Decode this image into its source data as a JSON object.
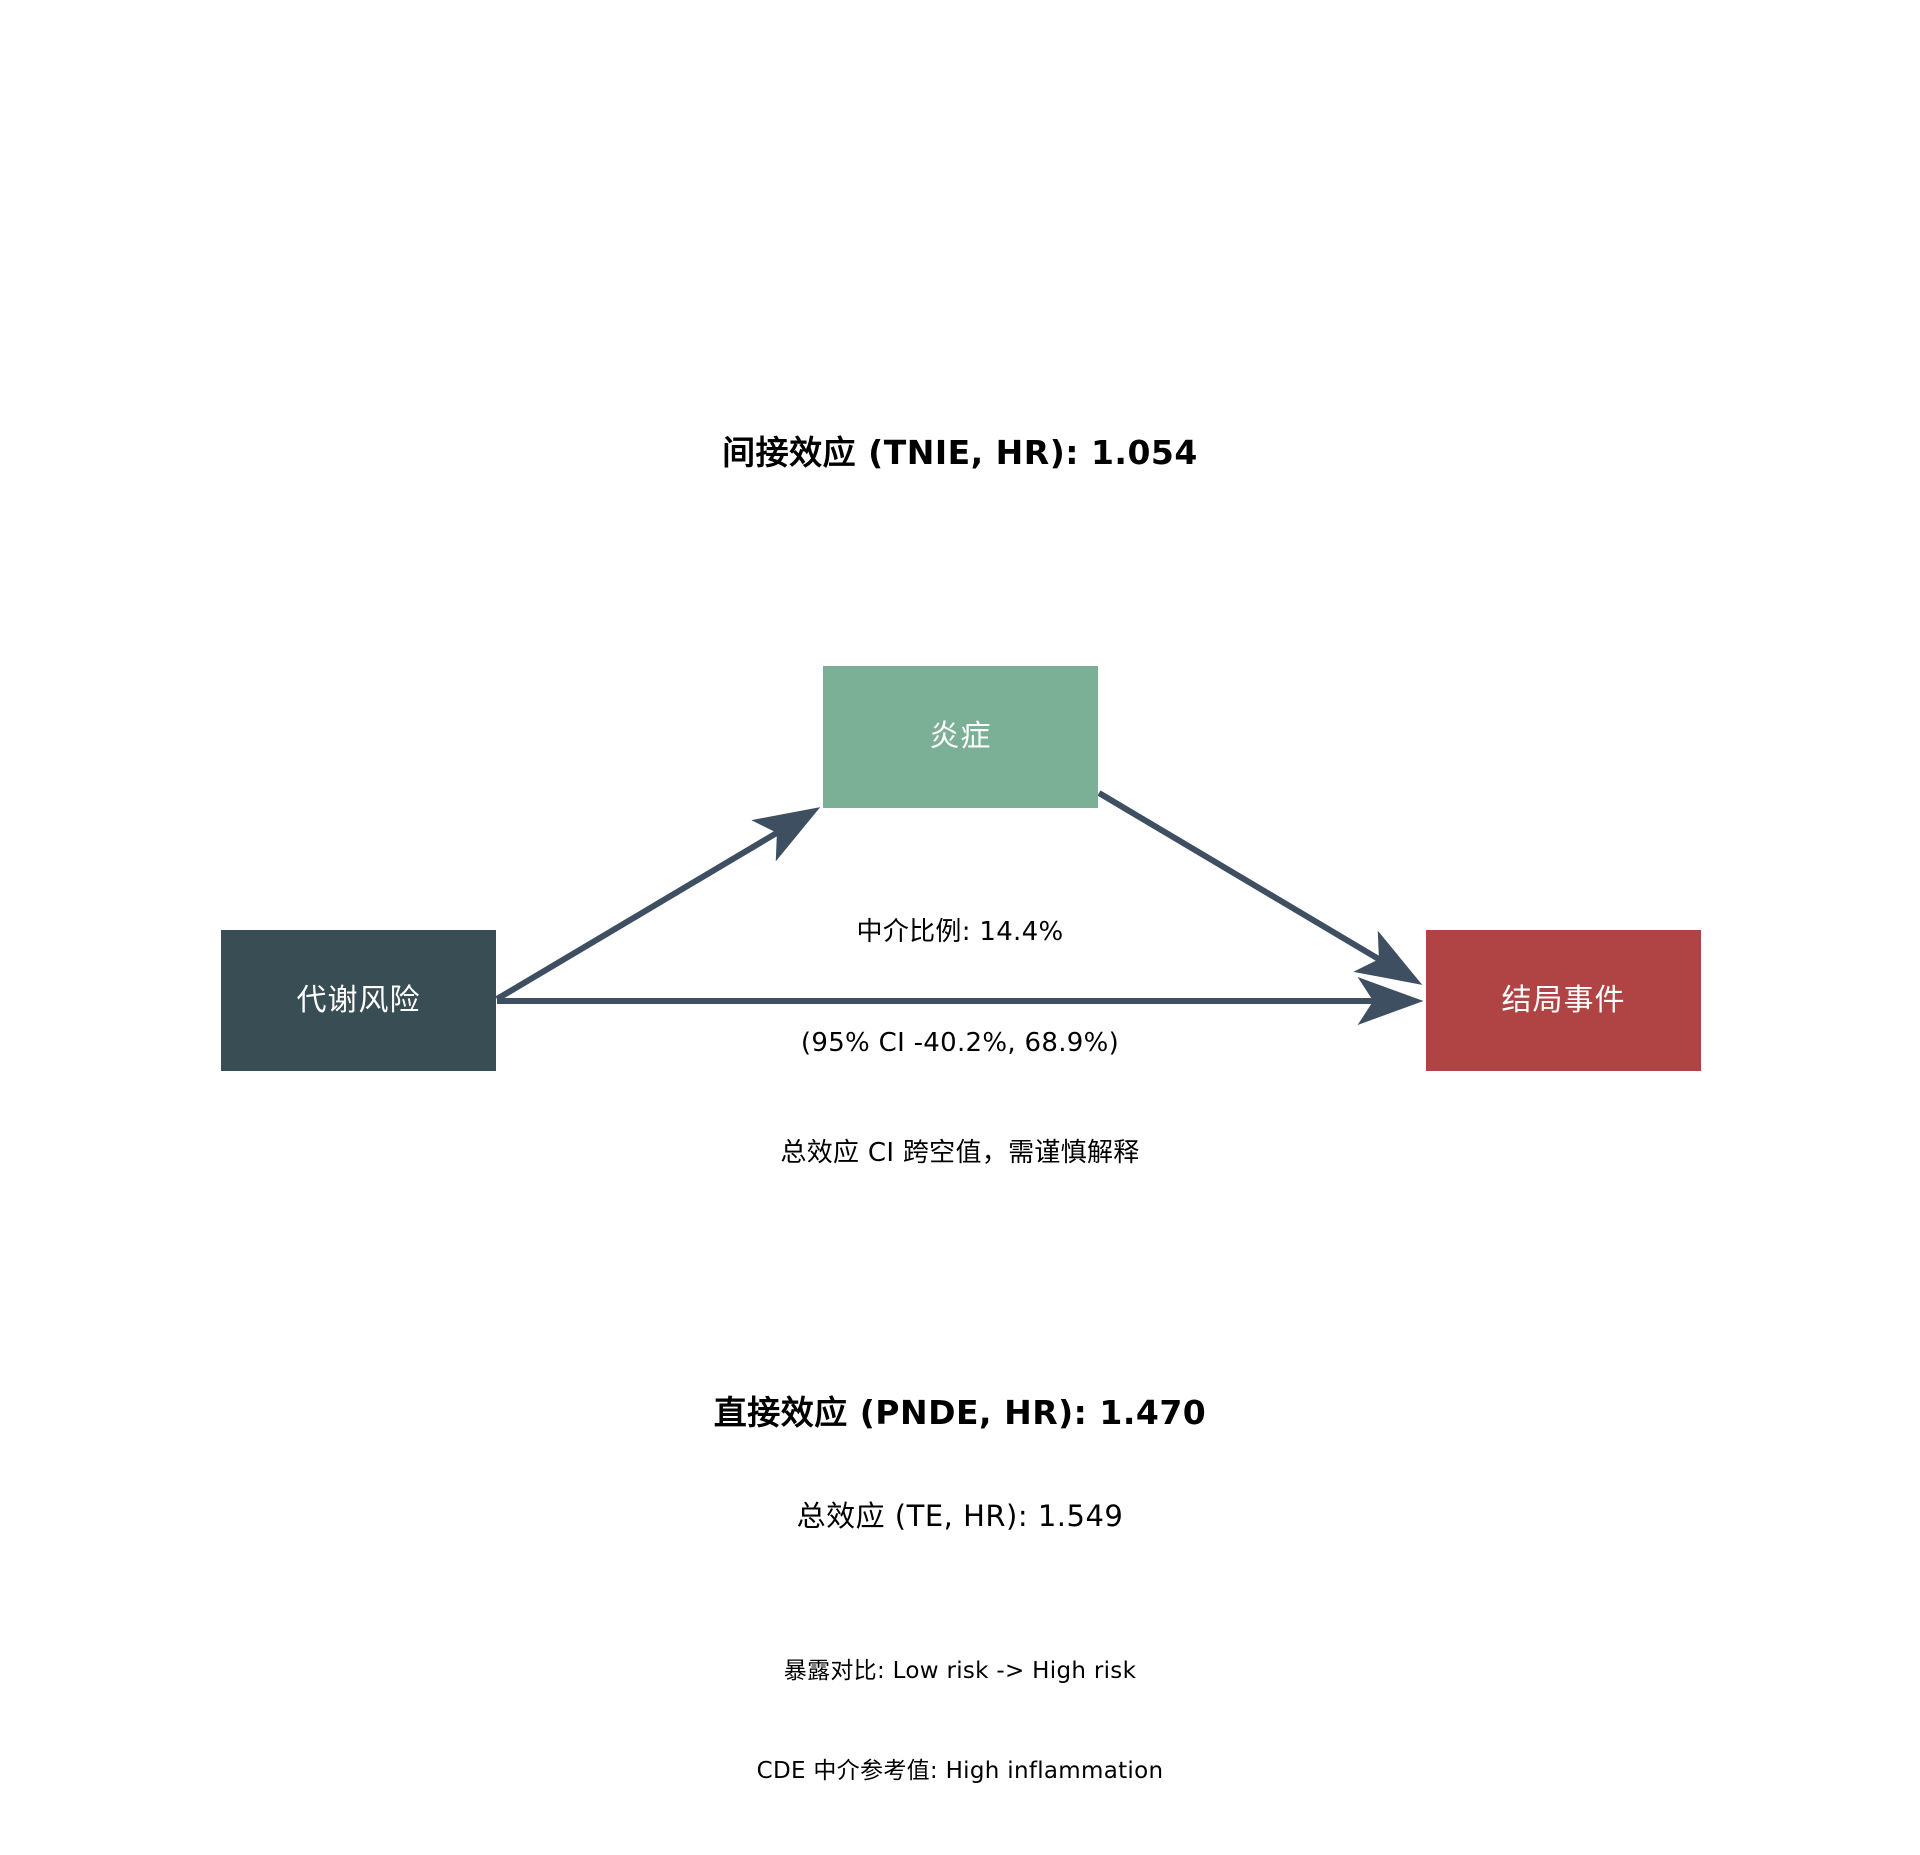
{
  "diagram": {
    "type": "mediation-path-diagram",
    "background_color": "#ffffff",
    "edge_color": "#3e4f61",
    "nodes": {
      "exposure": {
        "label": "代谢风险",
        "color": "#384e54",
        "text_color": "#ffffff",
        "role": "exposure"
      },
      "mediator": {
        "label": "炎症",
        "color": "#7cb096",
        "text_color": "#ffffff",
        "role": "mediator"
      },
      "outcome": {
        "label": "结局事件",
        "color": "#b04343",
        "text_color": "#ffffff",
        "role": "outcome"
      }
    },
    "captions": {
      "indirect_effect": "间接效应 (TNIE, HR): 1.054",
      "direct_effect": "直接效应 (PNDE, HR): 1.470",
      "total_effect": "总效应 (TE, HR): 1.549"
    },
    "mid_annotation": {
      "line1": "中介比例: 14.4%",
      "line2": "(95% CI -40.2%, 68.9%)",
      "line3": "总效应 CI 跨空值，需谨慎解释"
    },
    "notes": {
      "line1": "暴露对比: Low risk -> High risk",
      "line2": "CDE 中介参考值: High inflammation"
    },
    "values": {
      "tnie_hr": 1.054,
      "pnde_hr": 1.47,
      "te_hr": 1.549,
      "mediated_proportion_pct": 14.4,
      "mediated_proportion_ci_low_pct": -40.2,
      "mediated_proportion_ci_high_pct": 68.9
    }
  }
}
